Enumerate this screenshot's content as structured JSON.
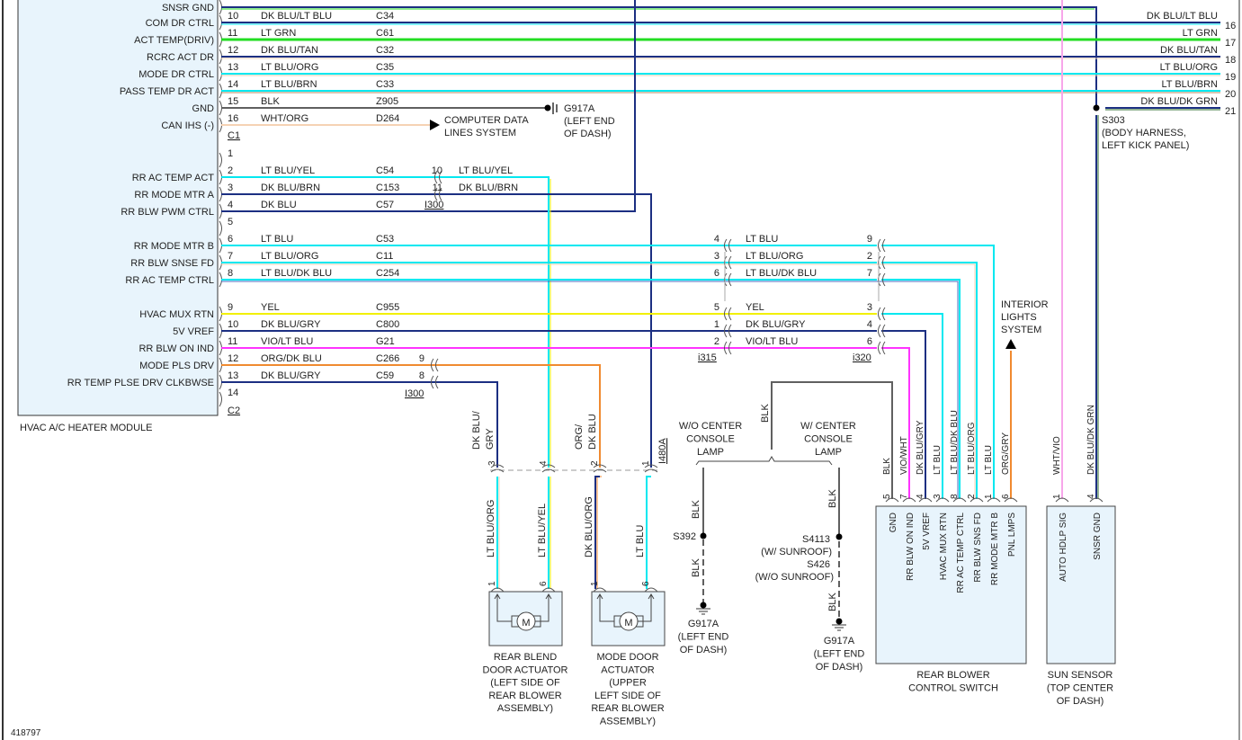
{
  "diagram_id": "418797",
  "colors": {
    "lt_blu": "#00e8f0",
    "dk_blu": "#1c2f82",
    "lt_grn": "#22dd22",
    "yel": "#f2f000",
    "vio": "#ff33ff",
    "org": "#f08a30",
    "blk": "#606060",
    "pink": "#f7a6ea",
    "tan": "#f5d2b4",
    "module_fill": "#e8f4fc"
  },
  "module": {
    "title": "HVAC A/C HEATER MODULE",
    "c1_label": "C1",
    "c2_label": "C2",
    "c1_pins": [
      {
        "pin": "",
        "func": "SNSR GND",
        "color": "",
        "circuit": ""
      },
      {
        "pin": "10",
        "func": "COM DR CTRL",
        "color": "DK BLU/LT BLU",
        "circuit": "C34"
      },
      {
        "pin": "11",
        "func": "ACT TEMP(DRIV)",
        "color": "LT GRN",
        "circuit": "C61"
      },
      {
        "pin": "12",
        "func": "RCRC ACT DR",
        "color": "DK BLU/TAN",
        "circuit": "C32"
      },
      {
        "pin": "13",
        "func": "MODE DR CTRL",
        "color": "LT BLU/ORG",
        "circuit": "C35"
      },
      {
        "pin": "14",
        "func": "PASS TEMP DR ACT",
        "color": "LT BLU/BRN",
        "circuit": "C33"
      },
      {
        "pin": "15",
        "func": "GND",
        "color": "BLK",
        "circuit": "Z905"
      },
      {
        "pin": "16",
        "func": "CAN IHS (-)",
        "color": "WHT/ORG",
        "circuit": "D264"
      }
    ],
    "c2_pins": [
      {
        "pin": "1",
        "func": "",
        "color": "",
        "circuit": ""
      },
      {
        "pin": "2",
        "func": "RR AC TEMP ACT",
        "color": "LT BLU/YEL",
        "circuit": "C54"
      },
      {
        "pin": "3",
        "func": "RR MODE MTR A",
        "color": "DK BLU/BRN",
        "circuit": "C153"
      },
      {
        "pin": "4",
        "func": "RR BLW PWM CTRL",
        "color": "DK BLU",
        "circuit": "C57"
      },
      {
        "pin": "5",
        "func": "",
        "color": "",
        "circuit": ""
      },
      {
        "pin": "6",
        "func": "RR MODE MTR B",
        "color": "LT BLU",
        "circuit": "C53"
      },
      {
        "pin": "7",
        "func": "RR BLW SNSE FD",
        "color": "LT BLU/ORG",
        "circuit": "C11"
      },
      {
        "pin": "8",
        "func": "RR AC TEMP CTRL",
        "color": "LT BLU/DK BLU",
        "circuit": "C254"
      },
      {
        "pin": "9",
        "func": "HVAC MUX RTN",
        "color": "YEL",
        "circuit": "C955"
      },
      {
        "pin": "10",
        "func": "5V VREF",
        "color": "DK BLU/GRY",
        "circuit": "C800"
      },
      {
        "pin": "11",
        "func": "RR BLW ON IND",
        "color": "VIO/LT BLU",
        "circuit": "G21"
      },
      {
        "pin": "12",
        "func": "MODE PLS DRV",
        "color": "ORG/DK BLU",
        "circuit": "C266"
      },
      {
        "pin": "13",
        "func": "RR TEMP PLSE DRV CLKBWSE",
        "color": "DK BLU/GRY",
        "circuit": "C59"
      },
      {
        "pin": "14",
        "func": "",
        "color": "",
        "circuit": ""
      }
    ]
  },
  "right_edge": [
    {
      "color": "DK BLU/LT BLU",
      "pin": "16"
    },
    {
      "color": "LT GRN",
      "pin": "17"
    },
    {
      "color": "DK BLU/TAN",
      "pin": "18"
    },
    {
      "color": "LT BLU/ORG",
      "pin": "19"
    },
    {
      "color": "LT BLU/BRN",
      "pin": "20"
    },
    {
      "color": "DK BLU/DK GRN",
      "pin": "21"
    }
  ],
  "ground_top": {
    "name": "G917A",
    "loc1": "(LEFT END",
    "loc2": "OF DASH)"
  },
  "data_lines": {
    "line1": "COMPUTER DATA",
    "line2": "LINES SYSTEM"
  },
  "splice_s303": {
    "name": "S303",
    "loc1": "(BODY HARNESS,",
    "loc2": "LEFT KICK PANEL)"
  },
  "i300_upper": {
    "label": "I300",
    "pins": [
      {
        "pin": "10",
        "color": "LT BLU/YEL"
      },
      {
        "pin": "11",
        "color": "DK BLU/BRN"
      }
    ]
  },
  "i300_lower": {
    "label": "I300",
    "pins": [
      {
        "pin": "9"
      },
      {
        "pin": "8"
      }
    ]
  },
  "i315": {
    "label": "i315",
    "pins": [
      "4",
      "3",
      "6",
      "5",
      "1",
      "2"
    ]
  },
  "i320": {
    "label": "i320",
    "pins": [
      "9",
      "2",
      "7",
      "3",
      "4",
      "6"
    ]
  },
  "mid_colors": [
    "LT BLU",
    "LT BLU/ORG",
    "LT BLU/DK BLU",
    "YEL",
    "DK BLU/GRY",
    "VIO/LT BLU"
  ],
  "i480a": {
    "label": "I480A",
    "pins": [
      "3",
      "4",
      "2",
      "1"
    ],
    "upper_colors": [
      [
        "DK BLU/",
        "GRY"
      ],
      [
        "",
        ""
      ],
      [
        "ORG/",
        "DK BLU"
      ],
      [
        "",
        ""
      ]
    ],
    "lower_colors": [
      "LT BLU/ORG",
      "LT BLU/YEL",
      "DK BLU/ORG",
      "LT BLU"
    ]
  },
  "rear_blend": {
    "pins": [
      "1",
      "6"
    ],
    "motor": "M",
    "lines": [
      "REAR BLEND",
      "DOOR ACTUATOR",
      "(LEFT SIDE OF",
      "REAR BLOWER",
      "ASSEMBLY)"
    ]
  },
  "mode_door": {
    "pins": [
      "1",
      "6"
    ],
    "motor": "M",
    "lines": [
      "MODE DOOR",
      "ACTUATOR",
      "(UPPER",
      "LEFT SIDE OF",
      "REAR BLOWER",
      "ASSEMBLY)"
    ]
  },
  "console": {
    "blk": "BLK",
    "wo_lines": [
      "W/O CENTER",
      "CONSOLE",
      "LAMP"
    ],
    "w_lines": [
      "W/ CENTER",
      "CONSOLE",
      "LAMP"
    ],
    "s392": "S392",
    "s4113": "S4113",
    "s4113_note": "(W/ SUNROOF)",
    "s426": "S426",
    "s426_note": "(W/O SUNROOF)",
    "ground1": [
      "G917A",
      "(LEFT END",
      "OF DASH)"
    ],
    "ground2": [
      "G917A",
      "(LEFT END",
      "OF DASH)"
    ]
  },
  "interior_lights": [
    "INTERIOR",
    "LIGHTS",
    "SYSTEM"
  ],
  "rear_blower_switch": {
    "lines": [
      "REAR BLOWER",
      "CONTROL SWITCH"
    ],
    "pins": [
      {
        "pin": "5",
        "color": "BLK",
        "func": "GND"
      },
      {
        "pin": "7",
        "color": "VIO/WHT",
        "func": "RR BLW ON IND"
      },
      {
        "pin": "4",
        "color": "DK BLU/GRY",
        "func": "5V VREF"
      },
      {
        "pin": "3",
        "color": "LT BLU",
        "func": "HVAC MUX RTN"
      },
      {
        "pin": "8",
        "color": "LT BLU/DK BLU",
        "func": "RR AC TEMP CTRL"
      },
      {
        "pin": "2",
        "color": "LT BLU/ORG",
        "func": "RR BLW SNS FD"
      },
      {
        "pin": "1",
        "color": "LT BLU",
        "func": "RR MODE MTR B"
      },
      {
        "pin": "6",
        "color": "ORG/GRY",
        "func": "PNL LMPS"
      }
    ]
  },
  "sun_sensor": {
    "lines": [
      "SUN SENSOR",
      "(TOP CENTER",
      "OF DASH)"
    ],
    "pins": [
      {
        "pin": "1",
        "color": "WHT/VIO",
        "func": "AUTO HDLP SIG"
      },
      {
        "pin": "4",
        "color": "DK BLU/DK GRN",
        "func": "SNSR GND"
      }
    ]
  }
}
